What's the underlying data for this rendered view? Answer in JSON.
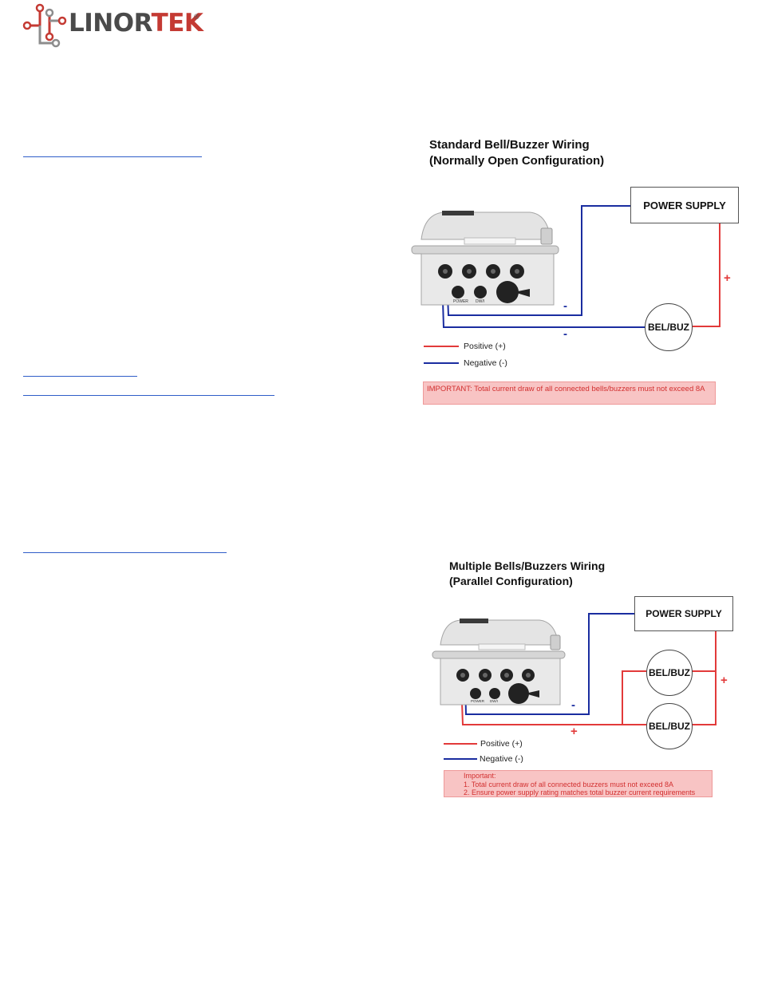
{
  "logo": {
    "part1": "LINOR",
    "part2": "TEK",
    "reg": "®"
  },
  "diagram1": {
    "title_line1": "Standard Bell/Buzzer Wiring",
    "title_line2": "(Normally Open Configuration)",
    "power_supply": "POWER SUPPLY",
    "bell": "BEL/BUZ",
    "plus": "+",
    "minus1": "-",
    "minus2": "-",
    "legend_positive": "Positive (+)",
    "legend_negative": "Negative (-)",
    "warning": "IMPORTANT: Total current draw of all connected bells/buzzers must not exceed 8A",
    "device_port1": "POWER",
    "device_port2": "DW/I"
  },
  "diagram2": {
    "title_line1": "Multiple Bells/Buzzers Wiring",
    "title_line2": "(Parallel Configuration)",
    "power_supply": "POWER SUPPLY",
    "bell1": "BEL/BUZ",
    "bell2": "BEL/BUZ",
    "plus1": "+",
    "plus2": "+",
    "minus": "-",
    "legend_positive": "Positive (+)",
    "legend_negative": "Negative (-)",
    "warning_title": "Important:",
    "warning_line1": "1. Total current draw of all connected buzzers must not exceed 8A",
    "warning_line2": "2. Ensure power supply rating matches total buzzer current requirements",
    "device_port1": "POWER",
    "device_port2": "DW/I"
  },
  "colors": {
    "positive": "#e23a3a",
    "negative": "#1a2da0",
    "link": "#2f5dc8"
  }
}
